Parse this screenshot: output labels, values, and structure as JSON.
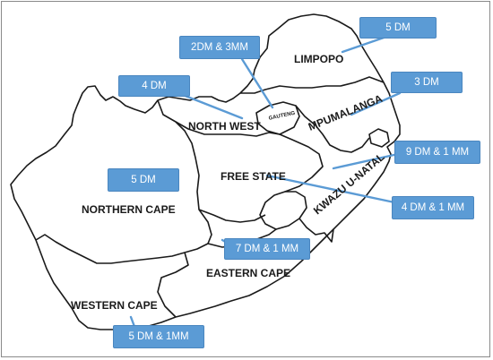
{
  "map": {
    "regions": {
      "limpopo": "LIMPOPO",
      "north_west": "NORTH WEST",
      "gauteng": "GAUTENG",
      "mpumalanga": "MPUMALANGA",
      "free_state": "FREE STATE",
      "kwazulu_natal": "KWAZU U-NATAL",
      "northern_cape": "NORTHERN CAPE",
      "eastern_cape": "EASTERN CAPE",
      "western_cape": "WESTERN CAPE"
    },
    "callouts": {
      "limpopo": "5 DM",
      "gauteng": "2DM & 3MM",
      "north_west": "4 DM",
      "mpumalanga": "3 DM",
      "kwazulu_natal": "9 DM & 1 MM",
      "northern_cape": "5 DM",
      "free_state": "4 DM & 1 MM",
      "eastern_cape": "7 DM & 1 MM",
      "western_cape": "5 DM & 1MM"
    },
    "colors": {
      "callout_fill": "#5b9bd5",
      "callout_text": "#ffffff",
      "border": "#1a1a1a"
    }
  }
}
